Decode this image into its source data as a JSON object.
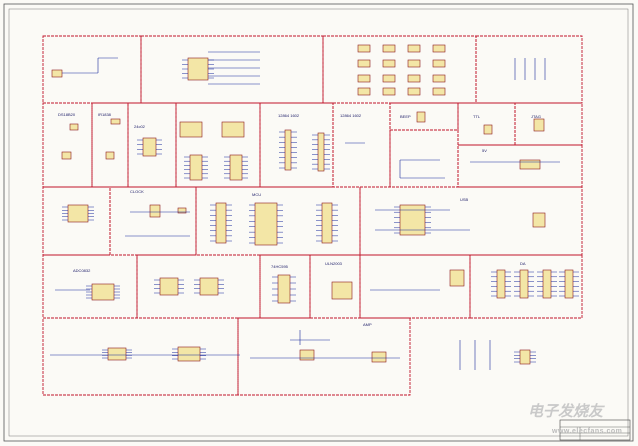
{
  "title": "Development board schematic",
  "blocks": [
    {
      "id": "power-switch",
      "label": ""
    },
    {
      "id": "led-driver",
      "label": ""
    },
    {
      "id": "keypad-matrix",
      "label": ""
    },
    {
      "id": "dip-switch",
      "label": ""
    },
    {
      "id": "ds18b20",
      "label": "DS18B20"
    },
    {
      "id": "sensor",
      "label": "IR1838"
    },
    {
      "id": "eeprom",
      "label": "24c02"
    },
    {
      "id": "seven-seg",
      "label": ""
    },
    {
      "id": "lcd",
      "label": "12864 1602"
    },
    {
      "id": "lcd2",
      "label": "12864 1602"
    },
    {
      "id": "buzzer",
      "label": "BEEP"
    },
    {
      "id": "ttl",
      "label": "TTL"
    },
    {
      "id": "jtag",
      "label": "JTAG"
    },
    {
      "id": "reset",
      "label": ""
    },
    {
      "id": "regulator",
      "label": "5V"
    },
    {
      "id": "rtc",
      "label": ""
    },
    {
      "id": "osc",
      "label": "CLOCK"
    },
    {
      "id": "mcu",
      "label": "MCU"
    },
    {
      "id": "usb",
      "label": "USB"
    },
    {
      "id": "adc",
      "label": "ADC0832"
    },
    {
      "id": "da",
      "label": "DA"
    },
    {
      "id": "shift",
      "label": "74HC595"
    },
    {
      "id": "motor",
      "label": "ULN2003"
    },
    {
      "id": "relay",
      "label": ""
    },
    {
      "id": "stepper",
      "label": ""
    },
    {
      "id": "audio",
      "label": ""
    },
    {
      "id": "amp",
      "label": "AMP"
    }
  ],
  "watermark": {
    "brand": "电子发烧友",
    "url": "www.elecfans.com"
  },
  "colors": {
    "border": "#c0142a",
    "wire": "#1b2a9c",
    "part": "#f3e6a6",
    "part_outline": "#8b1a1a"
  }
}
